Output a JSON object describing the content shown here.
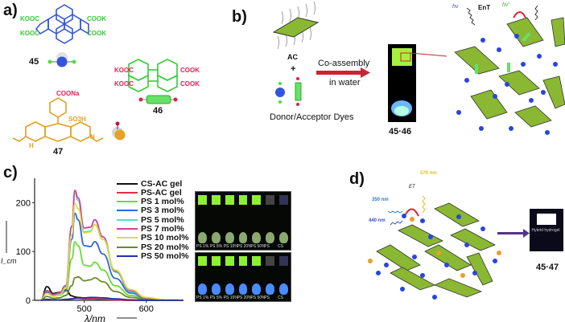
{
  "panels": {
    "a": {
      "label": "a)",
      "compounds": [
        {
          "id": "45",
          "groups": [
            "KOOC",
            "KOOC",
            "COOK",
            "COOK"
          ],
          "color": "#3355dd",
          "group_color": "#33cc33"
        },
        {
          "id": "46",
          "groups": [
            "KOOC",
            "KOOC",
            "COOK",
            "COOK"
          ],
          "color": "#33cc33",
          "group_color": "#dd2255"
        },
        {
          "id": "47",
          "groups": [
            "COONa",
            "SO3H",
            "H",
            "N"
          ],
          "color": "#e0a020",
          "group_color": "#dd2255"
        }
      ]
    },
    "b": {
      "label": "b)",
      "ac_label": "AC",
      "plus": "+",
      "dyes_label": "Donor/Acceptor Dyes",
      "arrow_top": "Co-assembly",
      "arrow_bottom": "in water",
      "vial_label": "45·46",
      "hv_in": "hν",
      "ent": "EnT",
      "hv_out": "hν'"
    },
    "c": {
      "label": "c)",
      "photo_top_labels": [
        "PS 1%",
        "PS 5%",
        "PS 10%",
        "PS 20%",
        "PS 50%",
        "PS",
        "CS"
      ],
      "photo_bottom_labels": [
        "PS 1%",
        "PS 5%",
        "PS 10%",
        "PS 20%",
        "PS 50%",
        "PS",
        "CS"
      ]
    },
    "d": {
      "label": "d)",
      "exc": "350 nm",
      "em_donor": "440 nm",
      "et": "ET",
      "em_acceptor": "570 nm",
      "vial_text": "Hybrid hydrogel",
      "vial_label": "45·47"
    }
  },
  "chart_data": {
    "type": "line",
    "title": "",
    "xlabel": "λ/nm",
    "ylabel": "I_cm",
    "xlim": [
      420,
      660
    ],
    "ylim": [
      0,
      250
    ],
    "xticks": [
      500,
      600
    ],
    "yticks": [
      0,
      100,
      200
    ],
    "grid": false,
    "legend_position": "top-right",
    "x": [
      430,
      440,
      450,
      460,
      470,
      480,
      485,
      490,
      500,
      510,
      517,
      530,
      550,
      575,
      600,
      630,
      660
    ],
    "series": [
      {
        "name": "CS-AC gel",
        "color": "#111111",
        "values": [
          0,
          28,
          14,
          16,
          22,
          9,
          7,
          6,
          5,
          4,
          3,
          2,
          1,
          0,
          0,
          0,
          0
        ]
      },
      {
        "name": "PS-AC gel",
        "color": "#e0304a",
        "values": [
          0,
          2,
          1,
          1,
          2,
          3,
          4,
          4,
          3,
          3,
          3,
          2,
          1,
          0,
          0,
          0,
          0
        ]
      },
      {
        "name": "PS 1 mol%",
        "color": "#66dd33",
        "values": [
          0,
          18,
          10,
          10,
          18,
          85,
          120,
          112,
          72,
          70,
          78,
          62,
          30,
          10,
          3,
          0,
          0
        ]
      },
      {
        "name": "PS 3 mol%",
        "color": "#3366cc",
        "values": [
          0,
          16,
          9,
          10,
          20,
          125,
          178,
          165,
          112,
          110,
          120,
          95,
          45,
          15,
          4,
          1,
          0
        ]
      },
      {
        "name": "PS 5 mol%",
        "color": "#55ddcc",
        "values": [
          0,
          20,
          11,
          13,
          28,
          150,
          220,
          205,
          140,
          142,
          155,
          125,
          58,
          18,
          5,
          1,
          0
        ]
      },
      {
        "name": "PS 7 mol%",
        "color": "#cc4499",
        "values": [
          0,
          20,
          12,
          15,
          30,
          152,
          225,
          210,
          148,
          150,
          165,
          130,
          60,
          20,
          5,
          1,
          0
        ]
      },
      {
        "name": "PS 10 mol%",
        "color": "#dddd44",
        "values": [
          0,
          14,
          8,
          10,
          24,
          135,
          198,
          188,
          138,
          140,
          155,
          125,
          62,
          22,
          6,
          1,
          0
        ]
      },
      {
        "name": "PS 20 mol%",
        "color": "#6a8a2a",
        "values": [
          0,
          8,
          4,
          5,
          10,
          30,
          46,
          48,
          40,
          42,
          46,
          38,
          18,
          6,
          2,
          0,
          0
        ]
      },
      {
        "name": "PS 50 mol%",
        "color": "#2233aa",
        "values": [
          0,
          2,
          1,
          1,
          2,
          3,
          4,
          5,
          5,
          6,
          6,
          5,
          3,
          1,
          0,
          0,
          0
        ]
      }
    ]
  }
}
